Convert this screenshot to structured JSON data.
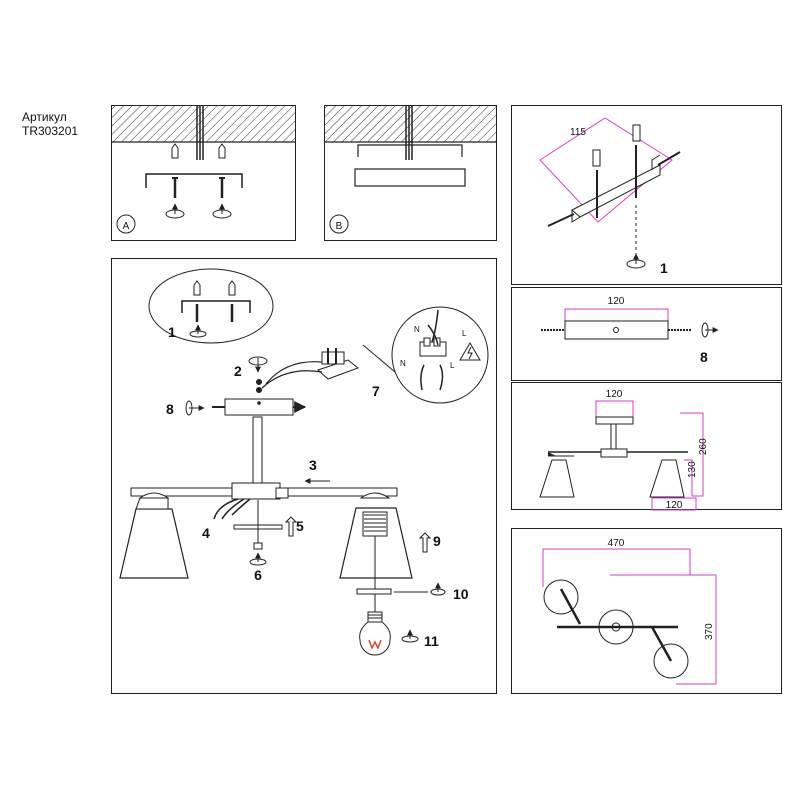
{
  "header": {
    "article_label": "Артикул",
    "article_code": "TR303201"
  },
  "mount_options": {
    "option_a": "A",
    "option_b": "B"
  },
  "assembly": {
    "step_1": "1",
    "step_2": "2",
    "step_3": "3",
    "step_4": "4",
    "step_5": "5",
    "step_6": "6",
    "step_7": "7",
    "step_8": "8",
    "step_9": "9",
    "step_10": "10",
    "step_11": "11",
    "wire_n": "N",
    "wire_l": "L"
  },
  "bracket": {
    "dimension": "115",
    "step": "1"
  },
  "plate": {
    "dimension": "120",
    "step": "8"
  },
  "side_view": {
    "canopy_width": "120",
    "height_total": "260",
    "height_shade": "130",
    "shade_width": "120"
  },
  "top_view": {
    "width": "470",
    "depth": "370"
  },
  "colors": {
    "dimension_line": "#d63fc8",
    "line": "#222222"
  }
}
